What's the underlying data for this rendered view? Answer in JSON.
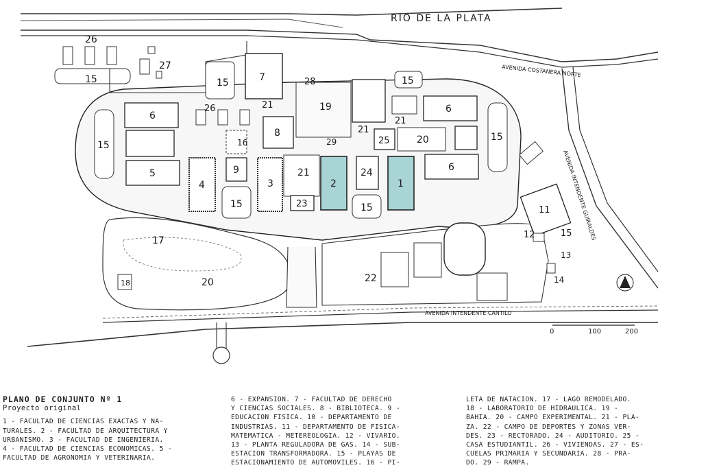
{
  "plan": {
    "river_label": "RIO DE LA PLATA",
    "avenue_north": "AVENIDA COSTANERA NORTE",
    "avenue_east": "AVENIDA INTENDENTE GUIRALDES",
    "avenue_south": "AVENIDA INTENDENTE CANTILO",
    "scale_labels": [
      "0",
      "100",
      "200"
    ],
    "labels": {
      "n1": "1",
      "n2": "2",
      "n3": "3",
      "n4": "4",
      "n5": "5",
      "n6a": "6",
      "n6b": "6",
      "n6c": "6",
      "n7": "7",
      "n8": "8",
      "n9": "9",
      "n11": "11",
      "n12": "12",
      "n13": "13",
      "n14": "14",
      "n15a": "15",
      "n15b": "15",
      "n15c": "15",
      "n15d": "15",
      "n15e": "15",
      "n15f": "15",
      "n15g": "15",
      "n15h": "15",
      "n16": "16",
      "n17": "17",
      "n18": "18",
      "n19": "19",
      "n20a": "20",
      "n20b": "20",
      "n21a": "21",
      "n21b": "21",
      "n21c": "21",
      "n21d": "21",
      "n22": "22",
      "n23": "23",
      "n24": "24",
      "n25": "25",
      "n26a": "26",
      "n26b": "26",
      "n27": "27",
      "n28": "28",
      "n29": "29"
    },
    "highlight_color": "#a9d4d6"
  },
  "caption": {
    "title": "PLANO DE CONJUNTO Nº 1",
    "subtitle": "Proyecto original",
    "col1": [
      "1 - FACULTAD DE CIENCIAS EXACTAS Y NA-",
      "TURALES. 2 - FACULTAD DE ARQUITECTURA Y",
      "URBANISMO. 3 - FACULTAD DE INGENIERIA.",
      "4 - FACULTAD DE CIENCIAS ECONOMICAS. 5 -",
      "FACULTAD DE AGRONOMIA Y VETERINARIA."
    ],
    "col2": [
      "6 - EXPANSION. 7 - FACULTAD DE DERECHO",
      "Y CIENCIAS SOCIALES. 8 - BIBLIOTECA. 9 -",
      "EDUCACION FISICA. 10 - DEPARTAMENTO DE",
      "INDUSTRIAS. 11 - DEPARTAMENTO DE FISICA-",
      "MATEMATICA - METEREOLOGIA. 12 - VIVARIO.",
      "13 - PLANTA REGULADORA DE GAS. 14 - SUB-",
      "ESTACION TRANSFORMADORA. 15 - PLAYAS DE",
      "ESTACIONAMIENTO DE AUTOMOVILES. 16 - PI-"
    ],
    "col3": [
      "LETA DE NATACION. 17 - LAGO REMODELADO.",
      "18 - LABORATORIO DE HIDRAULICA. 19 -",
      "BAHIA. 20 - CAMPO EXPERIMENTAL. 21 - PLA-",
      "ZA. 22 - CAMPO DE DEPORTES Y ZONAS VER-",
      "DES. 23 - RECTORADO. 24 - AUDITORIO. 25 -",
      "CASA ESTUDIANTIL. 26 - VIVIENDAS. 27 - ES-",
      "CUELAS PRIMARIA Y SECUNDARIA. 28 - PRA-",
      "DO. 29 - RAMPA."
    ]
  }
}
